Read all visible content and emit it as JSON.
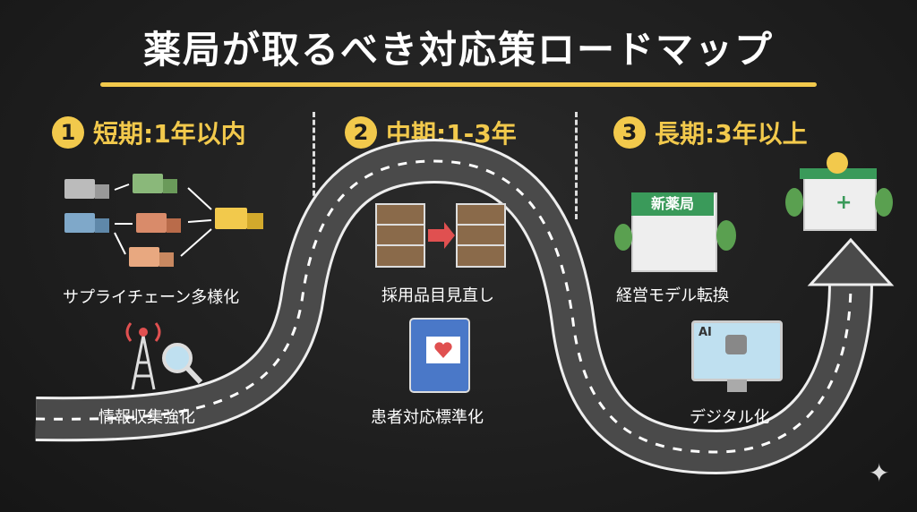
{
  "title": "薬局が取るべき対応策ロードマップ",
  "phases": [
    {
      "number": "1",
      "label": "短期:1年以内"
    },
    {
      "number": "2",
      "label": "中期:1-3年"
    },
    {
      "number": "3",
      "label": "長期:3年以上"
    }
  ],
  "items": {
    "supply_chain": "サプライチェーン多様化",
    "info_gathering": "情報収集強化",
    "formulary_review": "採用品目見直し",
    "patient_standardization": "患者対応標準化",
    "business_model": "経営モデル転換",
    "digitalization": "デジタル化"
  },
  "icon_text": {
    "new_pharmacy_sign": "新薬局",
    "ai_screen": "AI"
  },
  "colors": {
    "accent": "#f2c94c",
    "road": "#4a4a4a",
    "background": "#1c1c1c"
  }
}
